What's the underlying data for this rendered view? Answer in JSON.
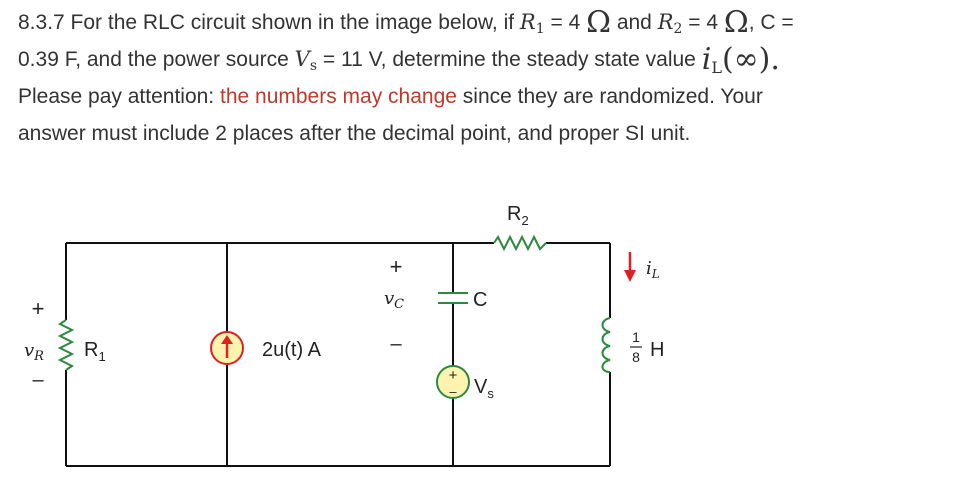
{
  "question": {
    "line1_prefix": "8.3.7 For the RLC circuit shown in the image below, if ",
    "r1_symbol": "R",
    "r1_sub": "1",
    "r1_eq": " = 4 ",
    "ohm": "Ω",
    "and": " and ",
    "r2_symbol": "R",
    "r2_sub": "2",
    "r2_eq": " = 4 ",
    "c_part": ", C =",
    "line2_a": "0.39 F, and the power source ",
    "vs_symbol": "V",
    "vs_sub": "s",
    "vs_eq": " = 11 V, determine the steady state value ",
    "il_symbol": "i",
    "il_sub": "L",
    "il_arg": "(∞).",
    "line3_a": "Please pay attention: ",
    "line3_red": "the numbers may change",
    "line3_b": " since they are randomized. Your",
    "line4": "answer must include 2 places after the decimal point, and proper SI unit."
  },
  "colors": {
    "text": "#333333",
    "accent_red": "#c0392b",
    "source_red": "#e02020",
    "source_fill": "#fff3b0"
  },
  "circuit": {
    "vr_plus": "+",
    "vr_label": "v",
    "vr_sub": "R",
    "vr_minus": "–",
    "r1_label": "R",
    "r1_sub": "1",
    "current_source_label": "2u(t) A",
    "vc_plus": "+",
    "vc_label": "v",
    "vc_sub": "C",
    "vc_minus": "–",
    "cap_label": "C",
    "vs_label": "V",
    "vs_sub": "s",
    "vs_plus": "+",
    "vs_minus": "–",
    "r2_label": "R",
    "r2_sub": "2",
    "il_label": "i",
    "il_sub": "L",
    "ind_num": "1",
    "ind_den": "8",
    "ind_unit": "H"
  }
}
